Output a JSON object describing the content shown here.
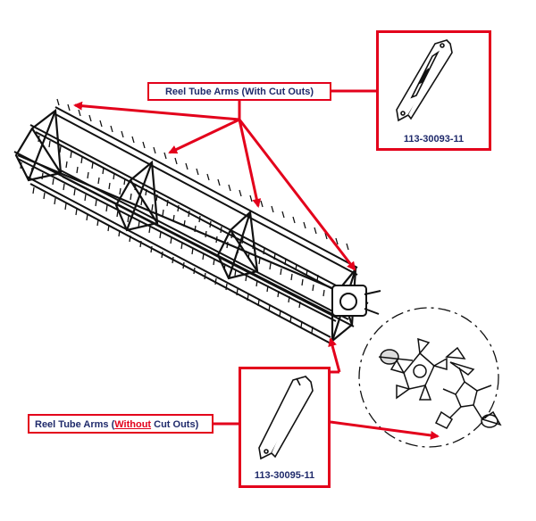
{
  "labels": {
    "with_cut_outs": "Reel Tube Arms (With Cut Outs)",
    "without_prefix": "Reel Tube Arms (",
    "without_emph": "Without",
    "without_suffix": " Cut Outs)"
  },
  "parts": {
    "with_cut_outs_number": "113-30093-11",
    "without_cut_outs_number": "113-30095-11"
  },
  "colors": {
    "callout_red": "#e3001b",
    "label_text": "#1f2a6b",
    "line_art": "#111111"
  }
}
